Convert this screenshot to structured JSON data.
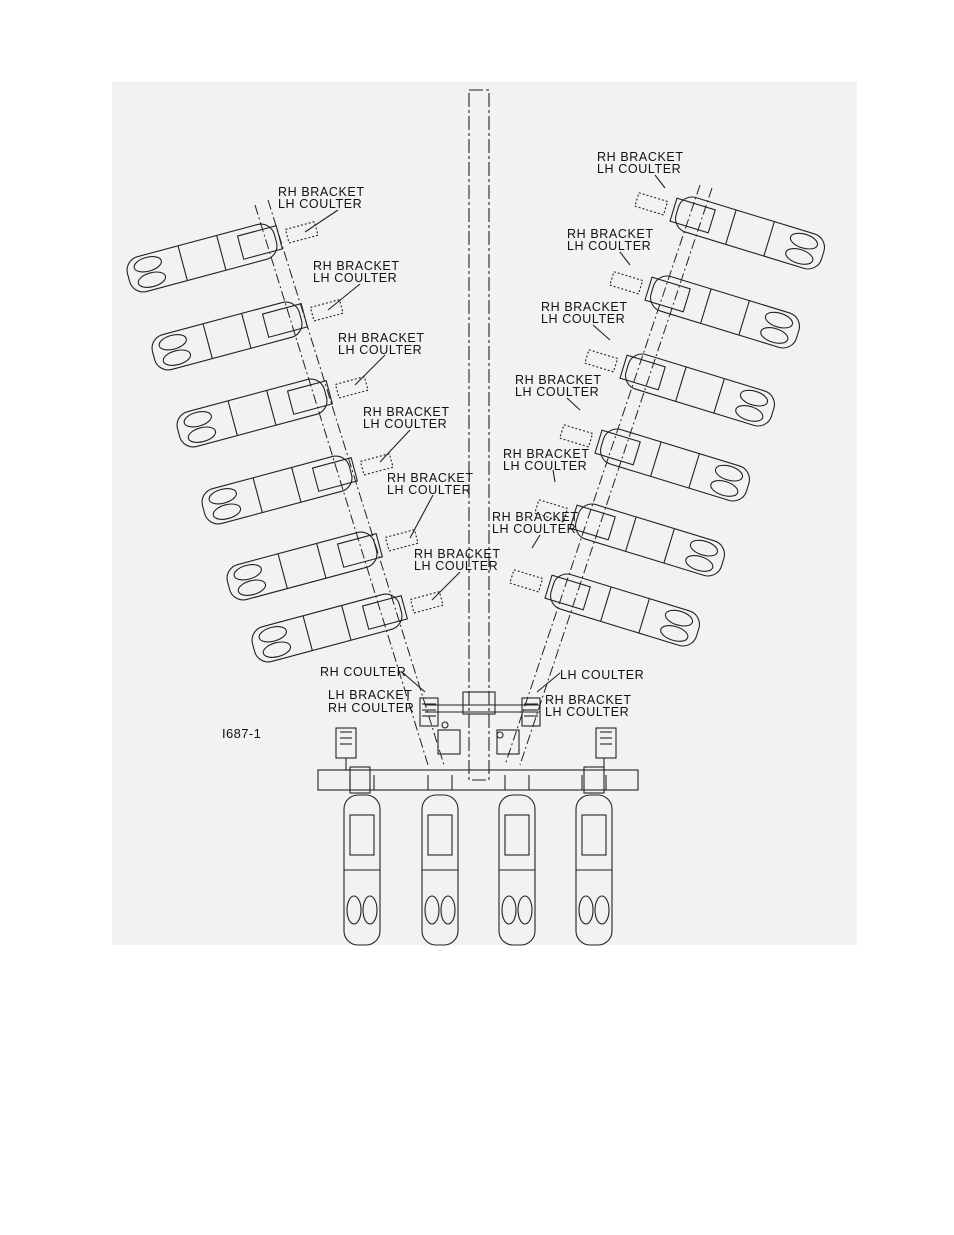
{
  "figure": {
    "id": "I687-1",
    "background_color": "#f2f2f2",
    "line_color": "#222222"
  },
  "labels": [
    {
      "line1": "RH BRACKET",
      "line2": "LH COULTER"
    },
    {
      "line1": "RH BRACKET",
      "line2": "LH COULTER"
    },
    {
      "line1": "RH BRACKET",
      "line2": "LH COULTER"
    },
    {
      "line1": "RH BRACKET",
      "line2": "LH COULTER"
    },
    {
      "line1": "RH BRACKET",
      "line2": "LH COULTER"
    },
    {
      "line1": "RH BRACKET",
      "line2": "LH COULTER"
    },
    {
      "line1": "RH BRACKET",
      "line2": "LH COULTER"
    },
    {
      "line1": "RH BRACKET",
      "line2": "LH COULTER"
    },
    {
      "line1": "RH BRACKET",
      "line2": "LH COULTER"
    },
    {
      "line1": "RH BRACKET",
      "line2": "LH COULTER"
    },
    {
      "line1": "RH BRACKET",
      "line2": "LH COULTER"
    },
    {
      "line1": "RH BRACKET",
      "line2": "LH COULTER"
    },
    {
      "line1": "RH COULTER",
      "line2": ""
    },
    {
      "line1": "LH COULTER",
      "line2": ""
    },
    {
      "line1": "LH BRACKET",
      "line2": "RH COULTER"
    },
    {
      "line1": "RH BRACKET",
      "line2": "LH COULTER"
    }
  ]
}
